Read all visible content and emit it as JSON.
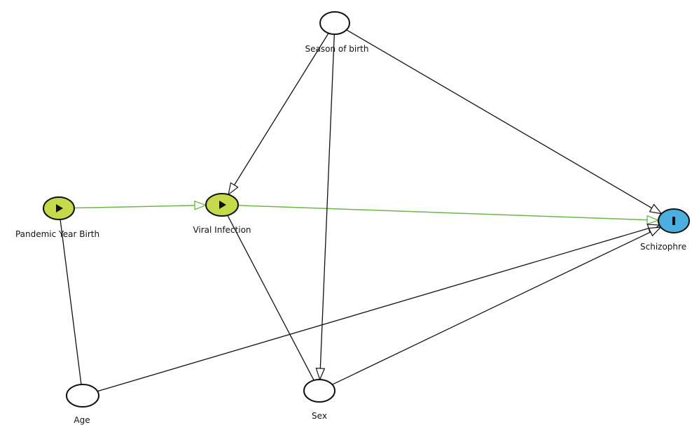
{
  "diagram": {
    "nodes": [
      {
        "id": "season",
        "label": "Season of birth",
        "kind": "plain",
        "icon": ""
      },
      {
        "id": "pandemic",
        "label": "Pandemic Year Birth",
        "kind": "exposure",
        "icon": "play-icon"
      },
      {
        "id": "viral",
        "label": "Viral Infection",
        "kind": "exposure",
        "icon": "play-icon"
      },
      {
        "id": "schizo",
        "label": "Schizophre",
        "kind": "outcome",
        "icon": "outcome-bar-icon"
      },
      {
        "id": "age",
        "label": "Age",
        "kind": "plain",
        "icon": ""
      },
      {
        "id": "sex",
        "label": "Sex",
        "kind": "plain",
        "icon": ""
      }
    ],
    "edges": [
      {
        "from": "pandemic",
        "to": "viral",
        "color": "green",
        "directed": true
      },
      {
        "from": "viral",
        "to": "schizo",
        "color": "green",
        "directed": true
      },
      {
        "from": "season",
        "to": "viral",
        "color": "black",
        "directed": true
      },
      {
        "from": "season",
        "to": "sex",
        "color": "black",
        "directed": true
      },
      {
        "from": "season",
        "to": "schizo",
        "color": "black",
        "directed": true
      },
      {
        "from": "age",
        "to": "schizo",
        "color": "black",
        "directed": true
      },
      {
        "from": "sex",
        "to": "schizo",
        "color": "black",
        "directed": true
      },
      {
        "from": "pandemic",
        "to": "age",
        "color": "black",
        "directed": false
      },
      {
        "from": "viral",
        "to": "sex",
        "color": "black",
        "directed": false
      }
    ],
    "colors": {
      "exposure": "#c5d94a",
      "outcome": "#4aaee0",
      "causal_path": "#6bb54a",
      "biasing_path": "#111111"
    }
  }
}
